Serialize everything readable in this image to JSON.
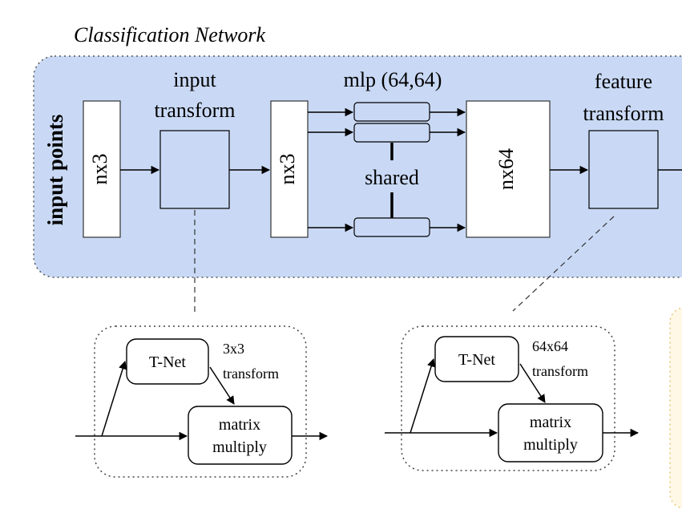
{
  "title": "Classification Network",
  "main": {
    "input_points_label": "input points",
    "input_transform_line1": "input",
    "input_transform_line2": "transform",
    "nx3_first": "nx3",
    "nx3_second": "nx3",
    "mlp_label": "mlp (64,64)",
    "shared_label": "shared",
    "nx64": "nx64",
    "feature_transform_line1": "feature",
    "feature_transform_line2": "transform"
  },
  "tnet_input": {
    "tnet_label": "T-Net",
    "transform_line1": "3x3",
    "transform_line2": "transform",
    "matrix_line1": "matrix",
    "matrix_line2": "multiply"
  },
  "tnet_feature": {
    "tnet_label": "T-Net",
    "transform_line1": "64x64",
    "transform_line2": "transform",
    "matrix_line1": "matrix",
    "matrix_line2": "multiply"
  },
  "colors": {
    "panel_fill": "#c9d9f5",
    "panel_border": "#555555",
    "right_panel_fill": "#fff8e6",
    "right_panel_border": "#e8c77a"
  }
}
